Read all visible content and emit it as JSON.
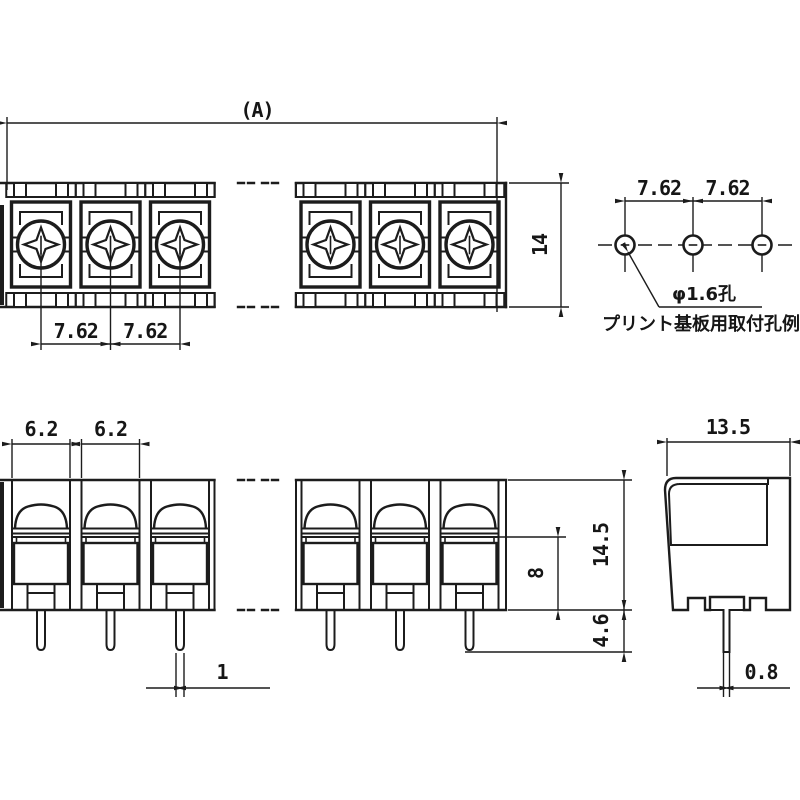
{
  "drawing": {
    "top_view": {
      "dim_overall_width": "(A)",
      "dim_pitch_left": "7.62",
      "dim_pitch_right": "7.62",
      "dim_depth": "14"
    },
    "pcb_layout": {
      "dim_pitch_left": "7.62",
      "dim_pitch_right": "7.62",
      "hole_label": "φ1.6孔",
      "caption": "プリント基板用取付孔例"
    },
    "front_view": {
      "dim_opening_left": "6.2",
      "dim_opening_right": "6.2",
      "dim_pin_width": "1",
      "dim_clamp_height": "8",
      "dim_body_height": "14.5",
      "dim_pin_protrusion": "4.6"
    },
    "side_view": {
      "dim_width": "13.5",
      "dim_pin_thickness": "0.8"
    }
  },
  "colors": {
    "line": "#1c1c1c",
    "background": "#ffffff"
  }
}
